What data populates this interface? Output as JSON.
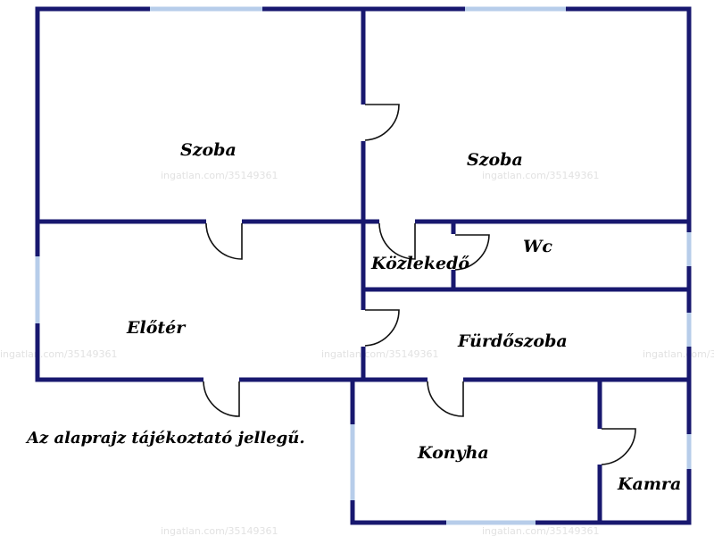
{
  "rooms": {
    "szoba_left": "Szoba",
    "szoba_right": "Szoba",
    "eloter": "Előtér",
    "kozlekedo": "Közlekedő",
    "wc": "Wc",
    "furdoszoba": "Fürdőszoba",
    "konyha": "Konyha",
    "kamra": "Kamra"
  },
  "note": "Az alaprajz tájékoztató jellegű.",
  "watermark": "ingatlan.com/35149361",
  "colors": {
    "wall": "#18186f",
    "window": "#b7cdea",
    "door": "#111111",
    "watermark": "#e2e2e2"
  }
}
